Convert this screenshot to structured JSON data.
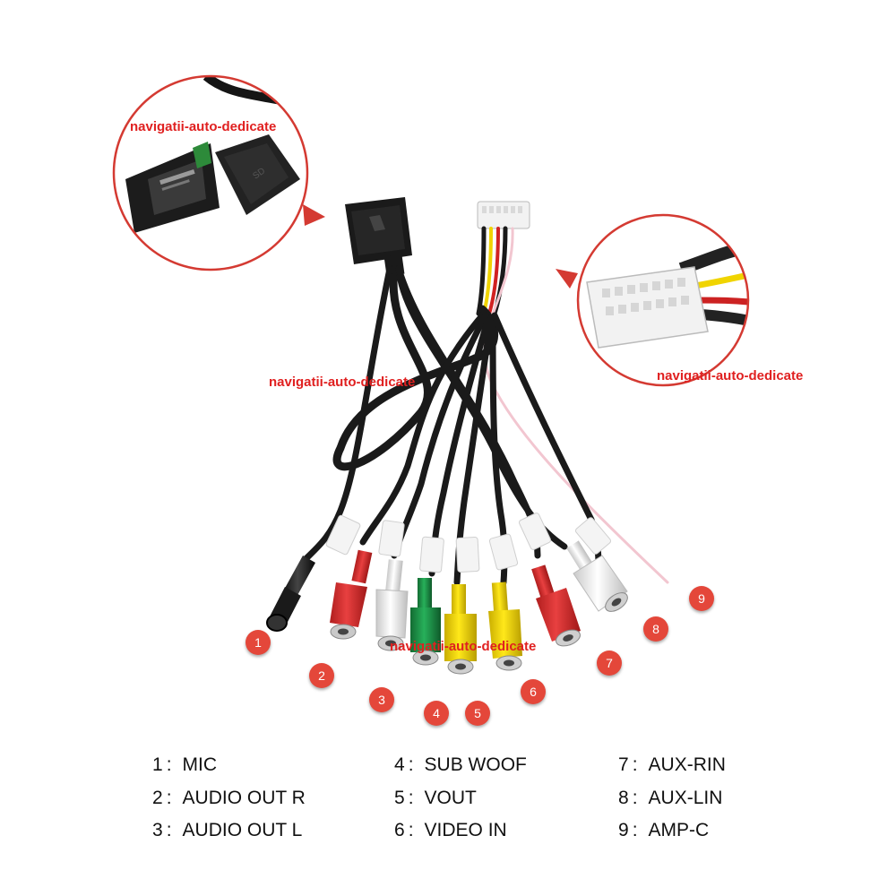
{
  "watermarks": {
    "top_left": "navigatii-auto-dedicate",
    "center": "navigatii-auto-dedicate",
    "right": "navigatii-auto-dedicate",
    "bottom": "navigatii-auto-dedicate"
  },
  "badges": [
    "1",
    "2",
    "3",
    "4",
    "5",
    "6",
    "7",
    "8",
    "9"
  ],
  "legend": [
    {
      "num": "1",
      "label": "MIC"
    },
    {
      "num": "2",
      "label": "AUDIO OUT R"
    },
    {
      "num": "3",
      "label": "AUDIO OUT L"
    },
    {
      "num": "4",
      "label": "SUB WOOF"
    },
    {
      "num": "5",
      "label": "VOUT"
    },
    {
      "num": "6",
      "label": "VIDEO IN"
    },
    {
      "num": "7",
      "label": "AUX-RIN"
    },
    {
      "num": "8",
      "label": "AUX-LIN"
    },
    {
      "num": "9",
      "label": "AMP-C"
    }
  ],
  "legend_separator": ":",
  "colors": {
    "badge": "#e4473a",
    "watermark": "#e02020",
    "cable": "#1a1a1a",
    "rca_red": "#d42b2b",
    "rca_white": "#e8e8e8",
    "rca_green": "#1f9a4a",
    "rca_yellow": "#f0d400",
    "pink_wire": "#f2c6d0"
  }
}
